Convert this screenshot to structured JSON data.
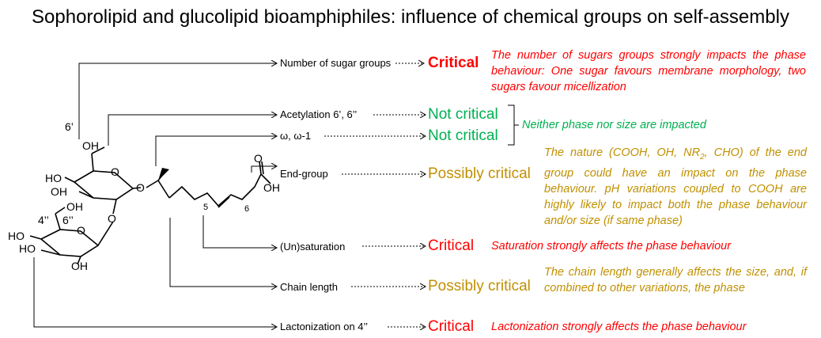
{
  "title": "Sophorolipid and glucolipid bioamphiphiles: influence of chemical groups on self-assembly",
  "molecule": {
    "pos_6p": "6’",
    "pos_6pp": "6’’",
    "pos_4pp": "4’’",
    "oh": "OH",
    "ho": "HO",
    "ring_o": "O",
    "sub_5": "5",
    "sub_6": "6"
  },
  "rows": [
    {
      "label": "Number of sugar groups",
      "verdict": "Critical",
      "verdict_color": "#ff0000",
      "description": "The number of sugars groups strongly impacts the phase behaviour: One sugar favours membrane morphology, two sugars favour micellization"
    },
    {
      "label": "Acetylation 6’, 6’’",
      "verdict": "Not critical",
      "verdict_color": "#00b050",
      "description": ""
    },
    {
      "label": "ω, ω-1",
      "verdict": "Not critical",
      "verdict_color": "#00b050",
      "description": ""
    },
    {
      "label": "End-group",
      "verdict": "Possibly critical",
      "verdict_color": "#c09000",
      "description_pre": "The nature (COOH, OH, NR",
      "description_sub": "2",
      "description_post": ", CHO) of the end group could have an impact on the phase behaviour. pH variations coupled to COOH are highly likely to impact both the phase behaviour and/or size (if same phase)"
    },
    {
      "label": "(Un)saturation",
      "verdict": "Critical",
      "verdict_color": "#ff0000",
      "description": "Saturation strongly affects the phase behaviour"
    },
    {
      "label": "Chain length",
      "verdict": "Possibly critical",
      "verdict_color": "#c09000",
      "description": "The chain length generally affects the size, and, if combined to other variations, the phase"
    },
    {
      "label": "Lactonization on 4’’",
      "verdict": "Critical",
      "verdict_color": "#ff0000",
      "description": "Lactonization strongly affects the phase behaviour"
    }
  ],
  "shared_note": "Neither phase nor size are impacted"
}
